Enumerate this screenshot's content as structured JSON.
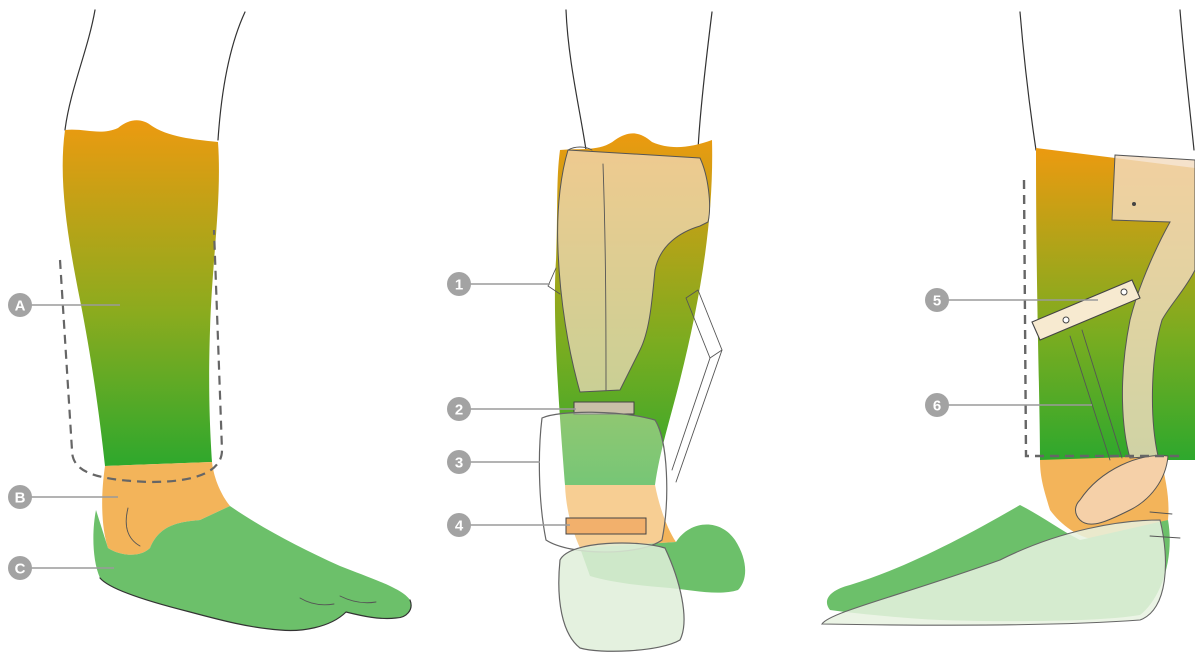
{
  "figure": {
    "background": "#ffffff",
    "colors": {
      "calf_top": "#ec9a10",
      "calf_bottom": "#2ea82d",
      "ankle_zone": "#f3b45a",
      "foot_zone": "#6cc06a",
      "brace_shell": "#f3dcc0",
      "marker": "#a3a3a3",
      "leader": "#9a9a9a",
      "dashed_outline": "#666666"
    }
  },
  "panels": [
    {
      "id": "leg-zones",
      "markers": [
        {
          "label": "A"
        },
        {
          "label": "B"
        },
        {
          "label": "C"
        }
      ]
    },
    {
      "id": "brace-rear",
      "markers": [
        {
          "label": "1"
        },
        {
          "label": "2"
        },
        {
          "label": "3"
        },
        {
          "label": "4"
        }
      ]
    },
    {
      "id": "brace-side",
      "markers": [
        {
          "label": "5"
        },
        {
          "label": "6"
        }
      ]
    }
  ]
}
